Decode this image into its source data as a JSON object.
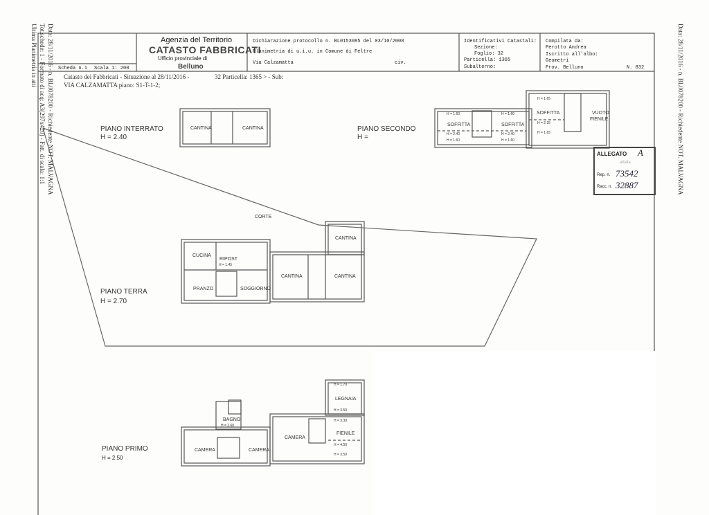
{
  "header": {
    "agency": "Agenzia del Territorio",
    "title": "CATASTO FABBRICATI",
    "office": "Ufficio provinciale di",
    "city": "Belluno",
    "overlay_line1": "Catasto dei Fabbricati - Situazione al 28/11/2016 -",
    "overlay_line1_tail": "32 Particella: 1365 > - Sub:",
    "overlay_line2": "VIA CALZAMATTA piano: S1-T-1-2;",
    "scheda": "Scheda n.1",
    "scala": "Scala 1: 200",
    "protocollo": "Dichiarazione protocollo n.  BL0153085  del 03/10/2008",
    "planimetria": "Planimetria di u.i.u. in Comune di Feltre",
    "via": "Via Calzamatta",
    "civ": "civ.",
    "identificativi": "Identificativi Catastali:",
    "sezione": "Sezione:",
    "foglio": "Foglio: 32",
    "particella": "Particella: 1365",
    "subalterno": "Subalterno:",
    "compilata": "Compilata da:",
    "compilatore": "Perotto Andrea",
    "iscritto": "Iscritto all'albo:",
    "albo": "Geometri",
    "prov": "Prov. Belluno",
    "numero": "N.  832"
  },
  "margins": {
    "left_1": "Data: 28/11/2016 - n. BL0078200 - Richiedente NOT. MALVAGNA",
    "left_2": "Tot.schede: 1 - Formato di acq: A3(297x420) - Fatt. di scala: 1:1",
    "left_3": "Ultima Planimetria in atti",
    "right": "Data: 28/11/2016 - n. BL0078200 - Richiedente NOT. MALVAGNA"
  },
  "floors": {
    "interrato": {
      "name": "PIANO INTERRATO",
      "h": "H = 2.40",
      "rooms": [
        "CANTINA",
        "CANTINA"
      ]
    },
    "secondo": {
      "name": "PIANO SECONDO",
      "h": "H =",
      "rooms": [
        "SOFFITTA",
        "SOFFITTA",
        "SOFFITTA",
        "VUOTO",
        "FIENILE"
      ],
      "heights": [
        "H = 1.60",
        "H = 2.40",
        "H = 1.60",
        "H = 1.60",
        "H = 2.40",
        "H = 1.60",
        "H = 1.65",
        "H = 2.35",
        "H = 1.65"
      ]
    },
    "terra": {
      "name": "PIANO TERRA",
      "h": "H = 2.70",
      "corte": "CORTE",
      "rooms": [
        "CUCINA",
        "RIPOST",
        "PRANZO",
        "SOGGIORNO",
        "CANTINA",
        "CANTINA",
        "CANTINA"
      ],
      "ripost_h": "H = 1.45"
    },
    "primo": {
      "name": "PIANO PRIMO",
      "h": "H = 2.50",
      "rooms": [
        "CAMERA",
        "BAGNO",
        "CAMERA",
        "CAMERA",
        "LEGNAIA",
        "FIENILE"
      ],
      "heights": [
        "H = 2.60",
        "H = 1.70",
        "H = 3.50",
        "H = 3.30",
        "H = 4.50",
        "H = 3.50"
      ]
    }
  },
  "allegato": {
    "label": "ALLEGATO",
    "value": "A",
    "sub": "al/alla",
    "rep_label": "Rep. n.",
    "rep": "73542",
    "racc_label": "Racc. n.",
    "racc": "32887"
  }
}
